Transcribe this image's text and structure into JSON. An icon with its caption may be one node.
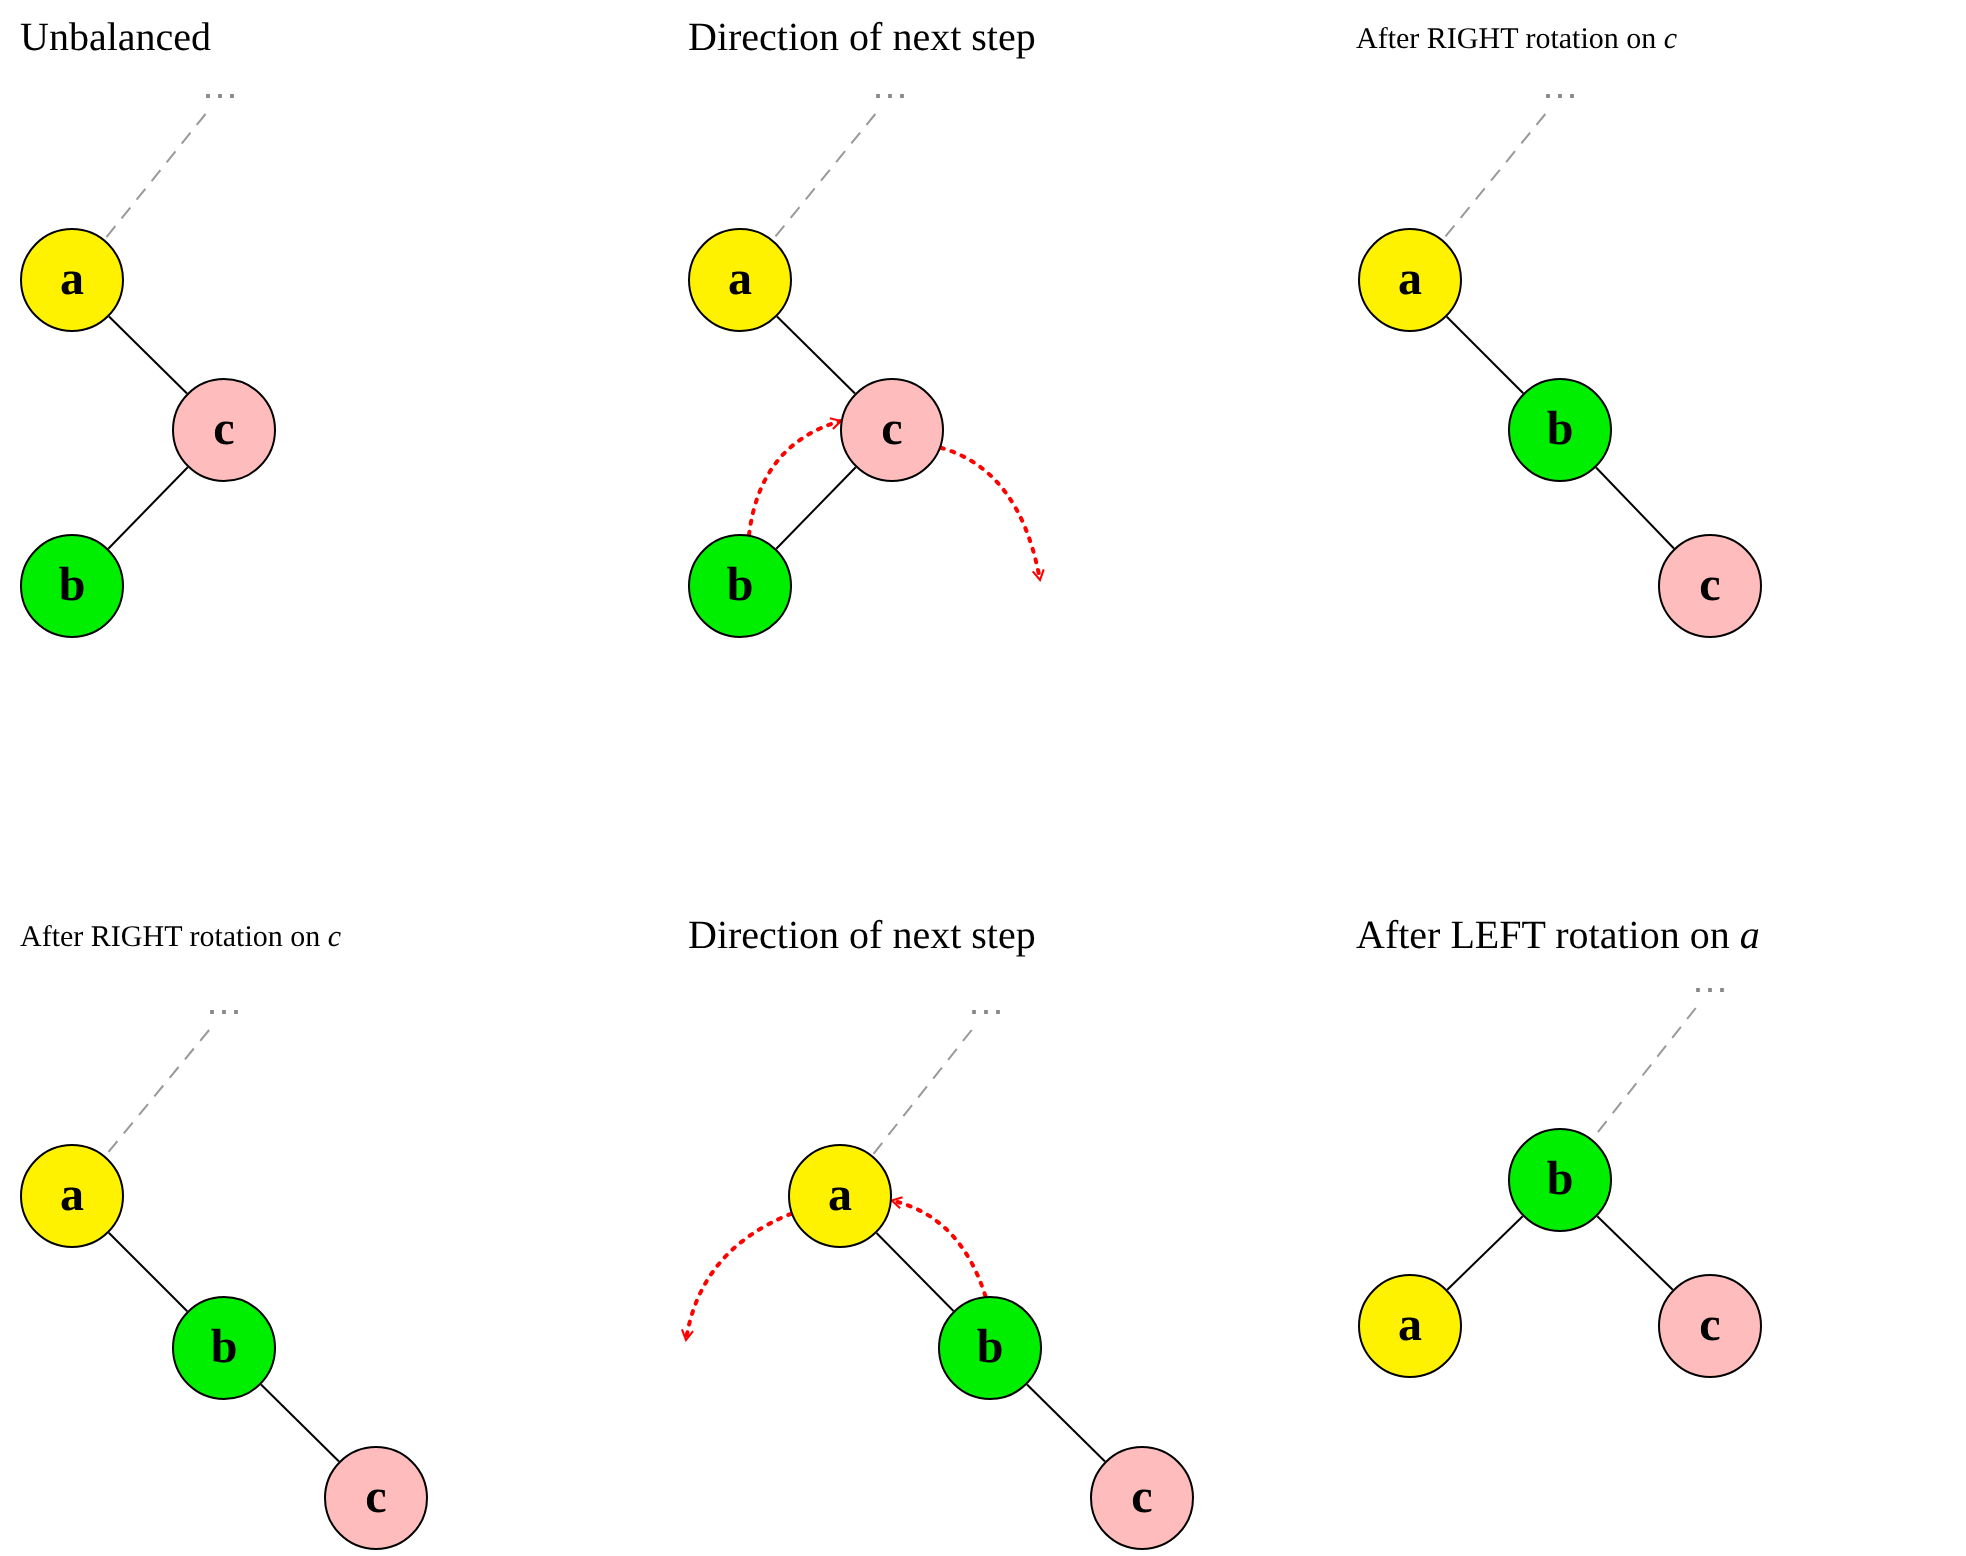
{
  "diagram": {
    "nodes": [
      {
        "text": [
          "⋯"
        ]
      },
      {
        "text": [
          "a"
        ]
      },
      {
        "text": [
          "c"
        ]
      },
      {
        "text": [
          "b"
        ]
      },
      {
        "text": [
          "⋯"
        ]
      },
      {
        "text": [
          "a"
        ]
      },
      {
        "text": [
          "c"
        ]
      },
      {
        "text": [
          "b"
        ]
      },
      {
        "text": [
          "⋯"
        ]
      },
      {
        "text": [
          "a"
        ]
      },
      {
        "text": [
          "b"
        ]
      },
      {
        "text": [
          "c"
        ]
      },
      {
        "text": [
          "⋯"
        ]
      },
      {
        "text": [
          "a"
        ]
      },
      {
        "text": [
          "b"
        ]
      },
      {
        "text": [
          "c"
        ]
      },
      {
        "text": [
          "⋯"
        ]
      },
      {
        "text": [
          "a"
        ]
      },
      {
        "text": [
          "b"
        ]
      },
      {
        "text": [
          "c"
        ]
      },
      {
        "text": [
          "⋯"
        ]
      },
      {
        "text": [
          "b"
        ]
      },
      {
        "text": [
          "a"
        ]
      },
      {
        "text": [
          "c"
        ]
      }
    ],
    "edges": [
      {
        "from": 0,
        "to": 1,
        "arrow": "none",
        "style": "dashed",
        "color": "#999999"
      },
      {
        "from": 1,
        "to": 2,
        "arrow": "none"
      },
      {
        "from": 2,
        "to": 3,
        "arrow": "none"
      },
      {
        "from": 4,
        "to": 5,
        "arrow": "none",
        "style": "dashed",
        "color": "#999999"
      },
      {
        "from": 5,
        "to": 6,
        "arrow": "none"
      },
      {
        "from": 6,
        "to": 7,
        "arrow": "none"
      },
      {
        "from": 7,
        "to": 6,
        "arrow": "to",
        "style": "dashed",
        "color": "#ff0000"
      },
      {
        "from": 6,
        "to": null,
        "arrow": "to",
        "style": "dashed",
        "color": "#ff0000"
      },
      {
        "from": 8,
        "to": 9,
        "arrow": "none",
        "style": "dashed",
        "color": "#999999"
      },
      {
        "from": 9,
        "to": 10,
        "arrow": "none"
      },
      {
        "from": 10,
        "to": 11,
        "arrow": "none"
      },
      {
        "from": 12,
        "to": 13,
        "arrow": "none",
        "style": "dashed",
        "color": "#999999"
      },
      {
        "from": 13,
        "to": 14,
        "arrow": "none"
      },
      {
        "from": 14,
        "to": 15,
        "arrow": "none"
      },
      {
        "from": 16,
        "to": 17,
        "arrow": "none",
        "style": "dashed",
        "color": "#999999"
      },
      {
        "from": 17,
        "to": 18,
        "arrow": "none"
      },
      {
        "from": 18,
        "to": 19,
        "arrow": "none"
      },
      {
        "from": 18,
        "to": 17,
        "arrow": "to",
        "style": "dashed",
        "color": "#ff0000"
      },
      {
        "from": 17,
        "to": null,
        "arrow": "to",
        "style": "dashed",
        "color": "#ff0000"
      },
      {
        "from": 20,
        "to": 21,
        "arrow": "none",
        "style": "dashed",
        "color": "#999999"
      },
      {
        "from": 21,
        "to": 22,
        "arrow": "none"
      },
      {
        "from": 21,
        "to": 23,
        "arrow": "none"
      }
    ],
    "labels": [
      "Unbalanced",
      "Direction of next step",
      "After RIGHT rotation on *c*",
      "After RIGHT rotation on *c*",
      "Direction of next step",
      "After LEFT rotation on *a*"
    ]
  }
}
